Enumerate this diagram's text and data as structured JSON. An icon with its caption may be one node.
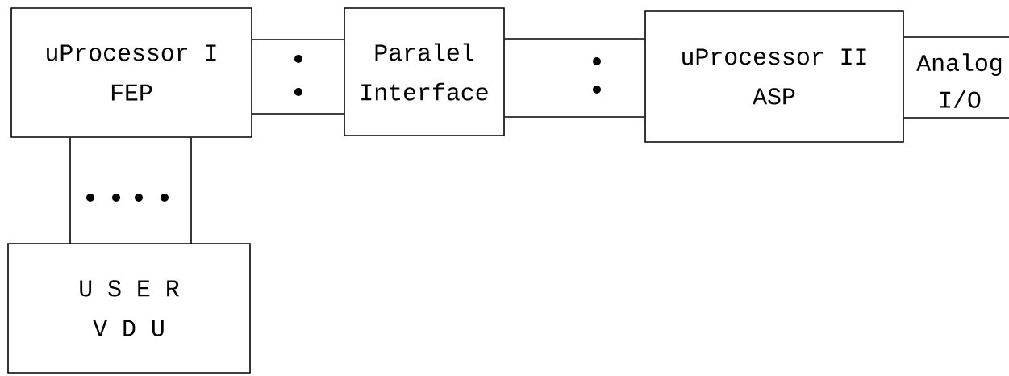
{
  "diagram": {
    "nodes": [
      {
        "text": [
          "uProcessor I",
          "FEP"
        ]
      },
      {
        "text": [
          "Paralel",
          "Interface"
        ]
      },
      {
        "text": [
          "uProcessor II",
          "ASP"
        ]
      },
      {
        "text": [
          "U S E R",
          "V D U"
        ]
      }
    ],
    "edges": [
      {
        "from": 0,
        "to": 1,
        "arrow": "none"
      },
      {
        "from": 1,
        "to": 2,
        "arrow": "none"
      },
      {
        "from": 0,
        "to": 3,
        "arrow": "none"
      },
      {
        "from": 2,
        "to": null,
        "arrow": "none",
        "label": "Analog I/O"
      }
    ]
  }
}
